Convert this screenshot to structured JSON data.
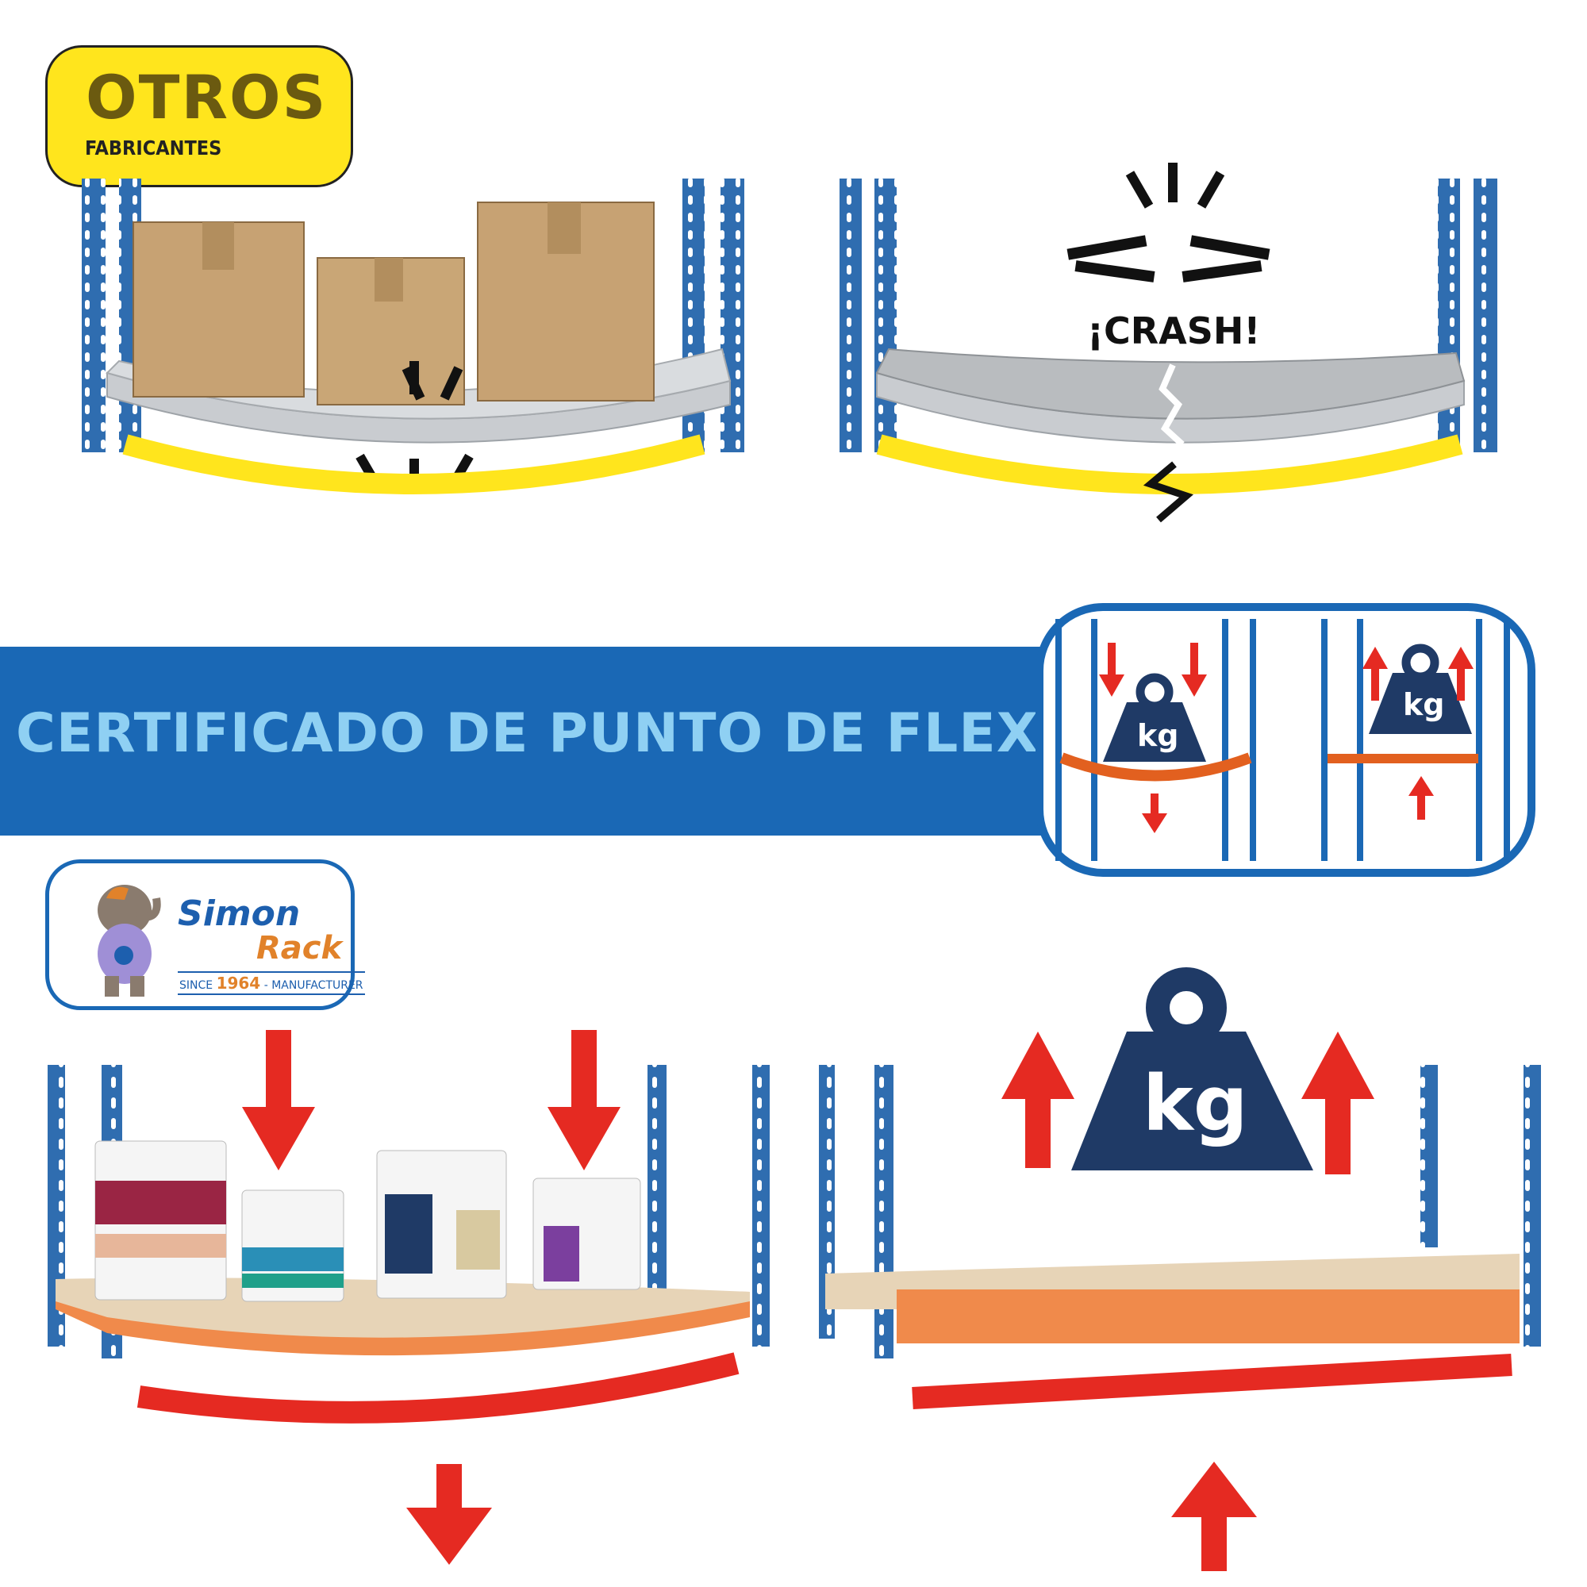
{
  "top_left_badge": {
    "title": "OTROS",
    "subtitle": "FABRICANTES"
  },
  "crash_label": "¡CRASH!",
  "banner": {
    "text": "CERTIFICADO DE PUNTO DE FLEXIÓN"
  },
  "icon_panel": {
    "weight_label_left": "kg",
    "weight_label_right": "kg"
  },
  "brand": {
    "name_line1": "Simon",
    "name_line2": "Rack",
    "since_prefix": "SINCE",
    "since_year": "1964",
    "since_suffix": "- MANUFACTURER"
  },
  "big_weight_label": "kg",
  "colors": {
    "rack_blue": "#2f6db0",
    "banner_blue": "#1a68b5",
    "banner_text": "#8fd0f3",
    "yellow": "#ffe51d",
    "arrow_red": "#e52a22",
    "shelf_orange": "#f08a4b",
    "weight_navy": "#1f3a66"
  }
}
